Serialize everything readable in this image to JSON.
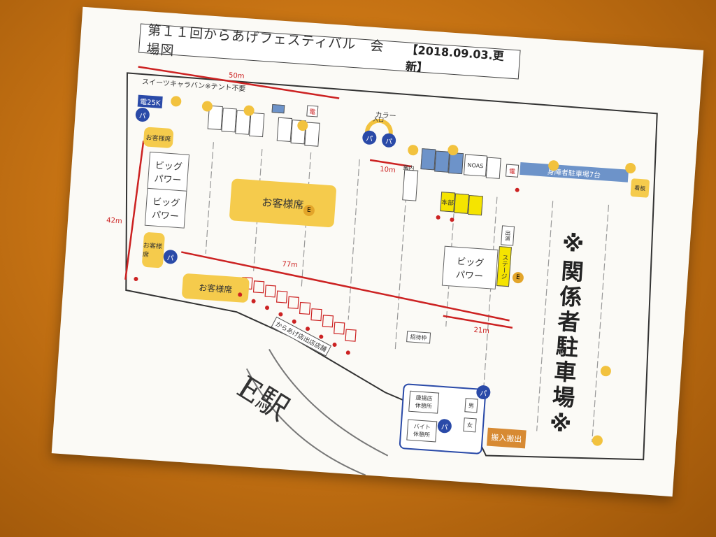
{
  "title": "第１１回からあげフェスティバル　会場図",
  "updated": "【2018.09.03.更新】",
  "dimensions": {
    "top_width": "50m",
    "entrance_width": "10m",
    "left_height": "42m",
    "center_width": "77m",
    "right_width": "21m"
  },
  "labels": {
    "sweets_caravan": "スイーツキャラバン※テント不要",
    "color_cone": "カラー",
    "entrance": "入口",
    "power_25k": "電25K",
    "customer_seats": "お客様席",
    "big_power": "ビッグ\nパワー",
    "disabled_parking": "身障者駐車場7台",
    "staff_parking": "※関係者駐車場※",
    "station": "E駅",
    "karaage_area": "からあげ店出店店舗",
    "invitation": "招待枠",
    "loading": "搬入搬出",
    "rest_area_store": "唐揚店\n休憩所",
    "rest_area_part": "バイト\n休憩所",
    "stage": "ステージ",
    "hq": "本部",
    "exit": "出演",
    "elec": "電",
    "pa": "パ",
    "e_mark": "E",
    "noas": "NOAS",
    "information": "案内",
    "male": "男",
    "female": "女",
    "signboard": "看板"
  },
  "colors": {
    "yellow": "#f5cb4c",
    "blue": "#2a4aa8",
    "red": "#cc2222",
    "orange": "#d78a33",
    "highlight_yellow": "#f5e400"
  }
}
